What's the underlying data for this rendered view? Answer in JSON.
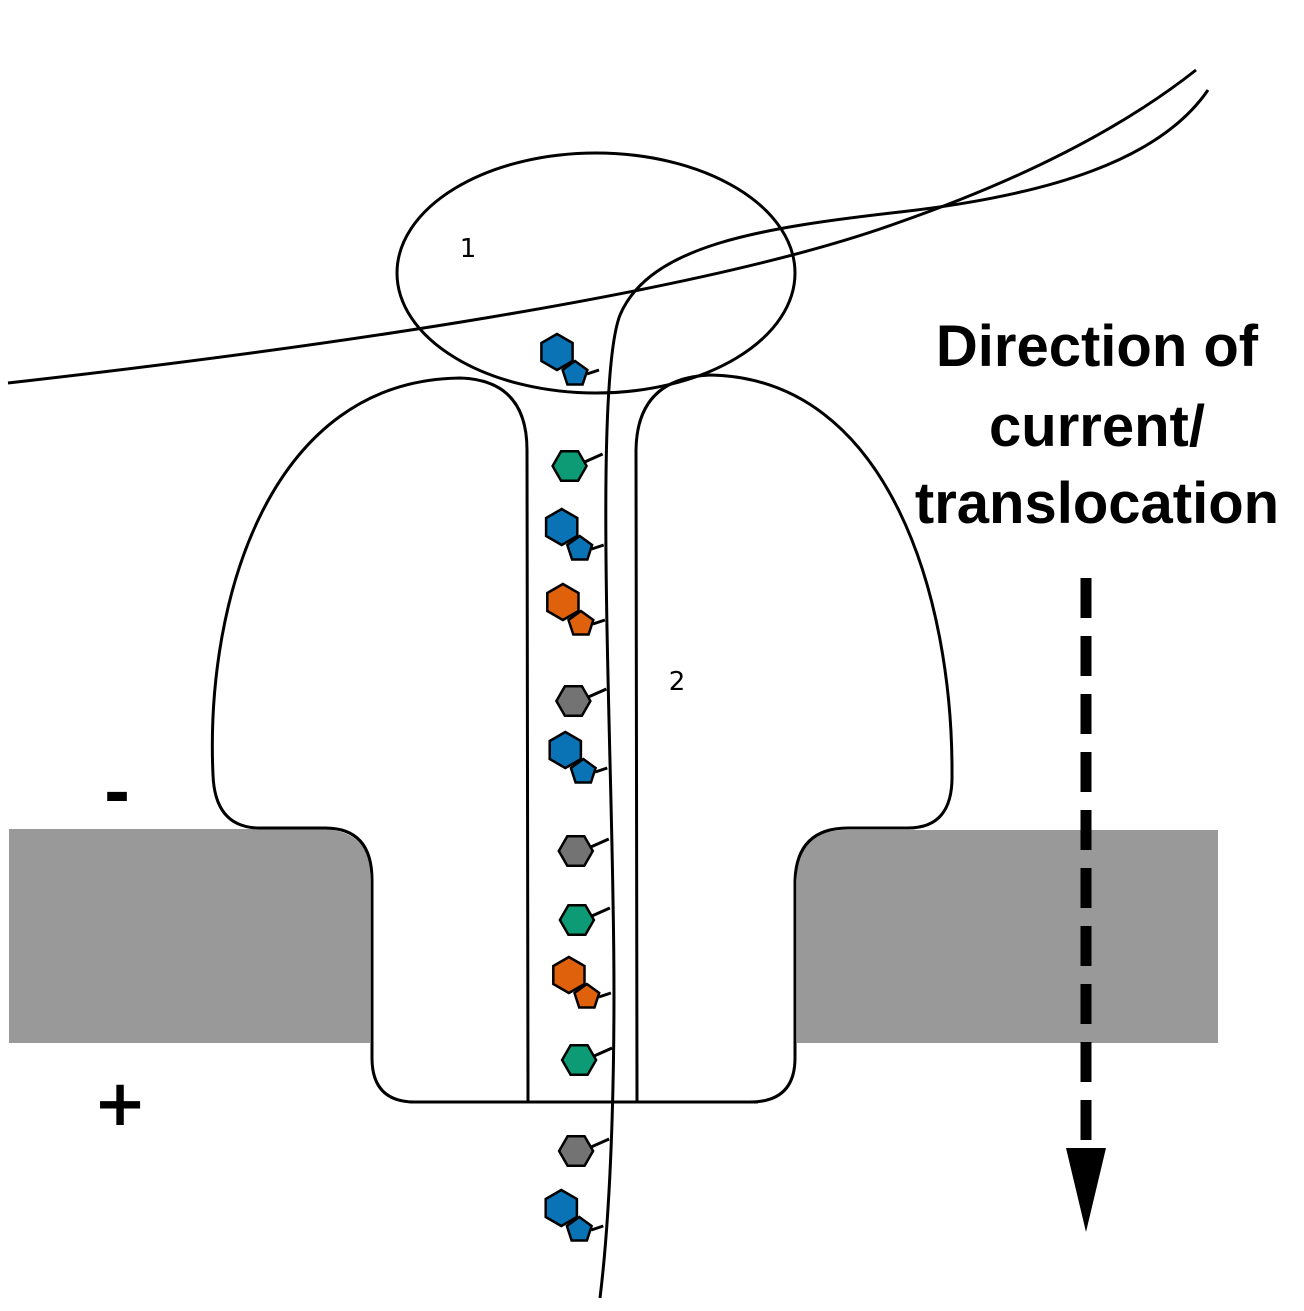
{
  "labels": {
    "site_1": "1",
    "site_2": "2",
    "negative": "-",
    "positive": "+",
    "direction_line1": "Direction of",
    "direction_line2": "current/",
    "direction_line3": "translocation"
  },
  "colors": {
    "membrane": "#999999",
    "outline": "#000000",
    "blue": "#0a73b5",
    "green": "#0c9b74",
    "orange": "#e0610b",
    "gray": "#737373"
  },
  "nucleotides": [
    {
      "color": "blue",
      "shape": "double"
    },
    {
      "color": "green",
      "shape": "single"
    },
    {
      "color": "blue",
      "shape": "double"
    },
    {
      "color": "orange",
      "shape": "double"
    },
    {
      "color": "gray",
      "shape": "single"
    },
    {
      "color": "blue",
      "shape": "double"
    },
    {
      "color": "gray",
      "shape": "single"
    },
    {
      "color": "green",
      "shape": "single"
    },
    {
      "color": "orange",
      "shape": "double"
    },
    {
      "color": "green",
      "shape": "single"
    },
    {
      "color": "gray",
      "shape": "single"
    },
    {
      "color": "blue",
      "shape": "double"
    }
  ]
}
